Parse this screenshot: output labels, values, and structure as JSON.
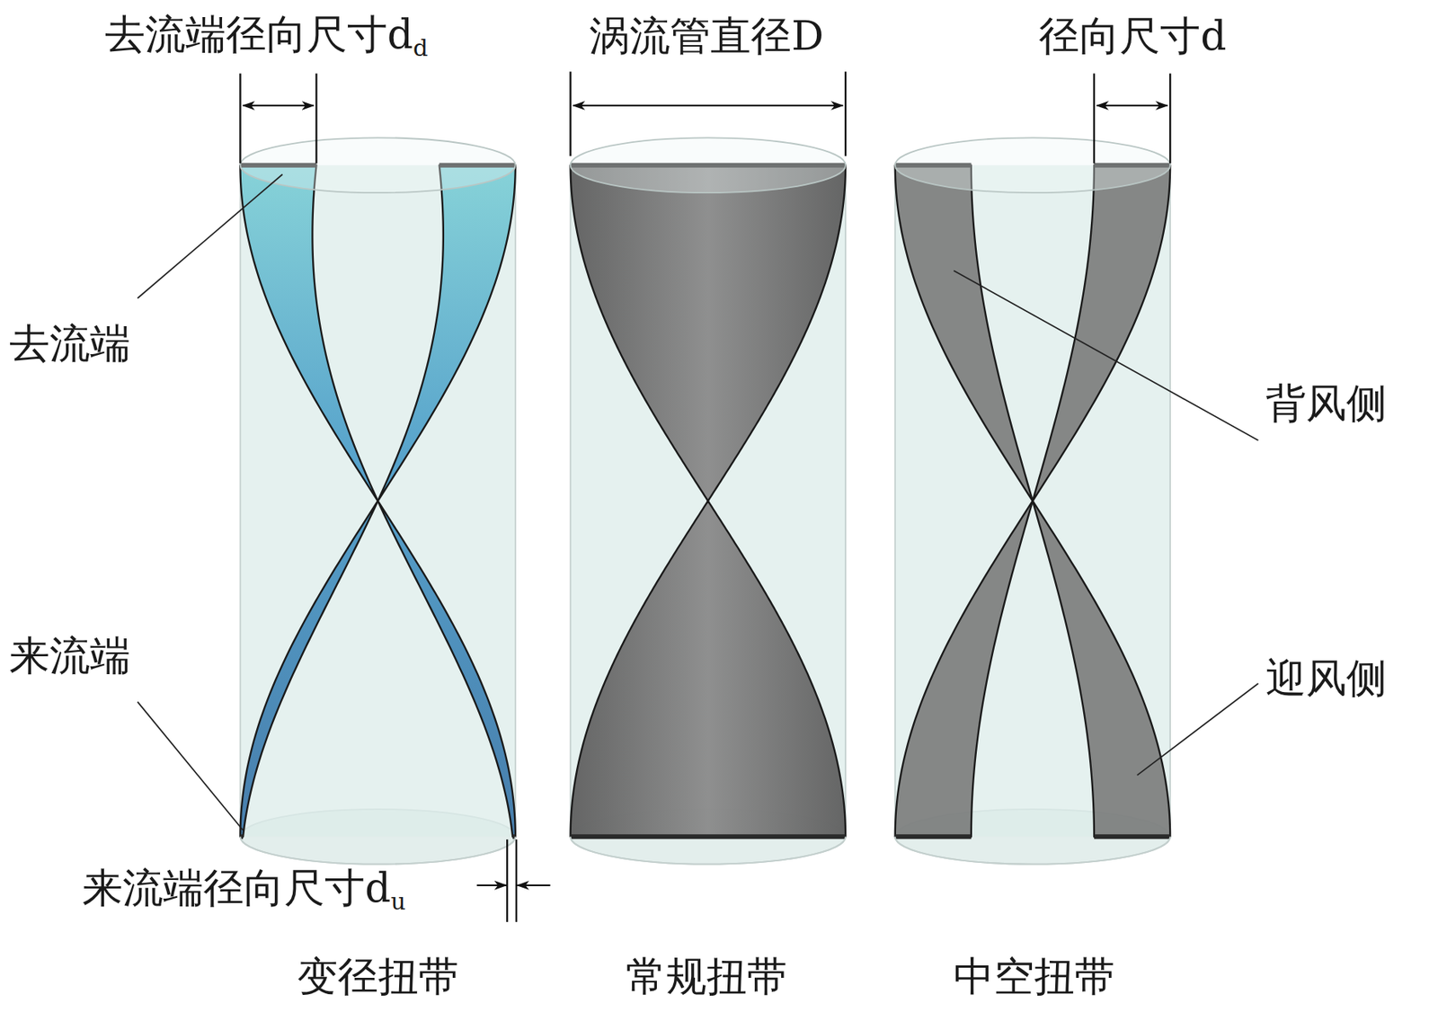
{
  "diagram": {
    "labels": [
      "去流端径向尺寸d",
      "d",
      "涡流管直径D",
      "径向尺寸d",
      "去流端",
      "背风侧",
      "来流端",
      "迎风侧",
      "来流端径向尺寸d",
      "u",
      "变径扭带",
      "常规扭带",
      "中空扭带"
    ]
  }
}
